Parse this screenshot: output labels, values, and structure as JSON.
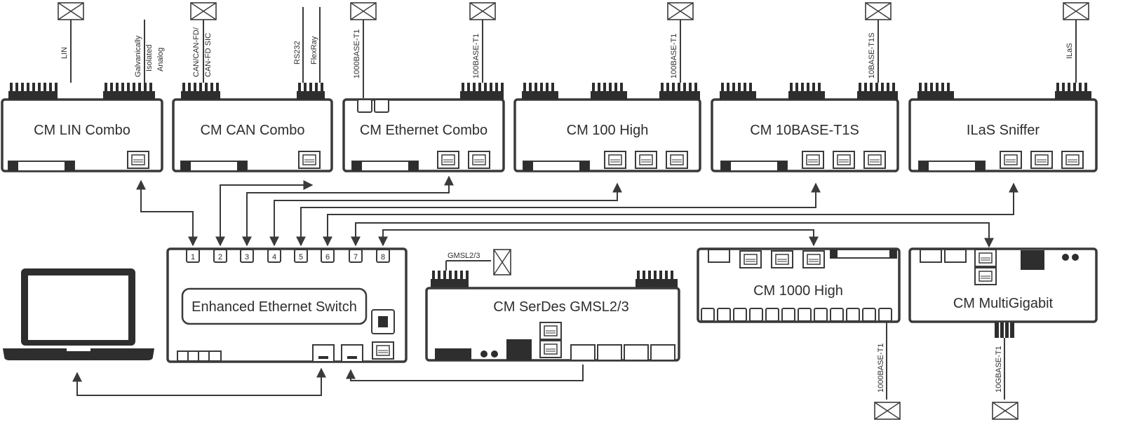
{
  "modules": {
    "cm_lin_combo": {
      "title": "CM LIN Combo",
      "signals": [
        "LIN",
        "Galvanically",
        "Isolated",
        "Analog"
      ]
    },
    "cm_can_combo": {
      "title": "CM CAN Combo",
      "signals": [
        "CAN/CAN-FD/",
        "CAN-FD SIC",
        "RS232",
        "FlexRay"
      ]
    },
    "cm_ethernet_combo": {
      "title": "CM Ethernet Combo",
      "signals": [
        "1000BASE-T1",
        "100BASE-T1"
      ]
    },
    "cm_100_high": {
      "title": "CM 100 High",
      "signals": [
        "100BASE-T1"
      ]
    },
    "cm_10base_t1s": {
      "title": "CM 10BASE-T1S",
      "signals": [
        "10BASE-T1S"
      ]
    },
    "ilas_sniffer": {
      "title": "ILaS Sniffer",
      "signals": [
        "ILaS"
      ]
    },
    "switch": {
      "title": "Enhanced Ethernet Switch",
      "ports": [
        "1",
        "2",
        "3",
        "4",
        "5",
        "6",
        "7",
        "8"
      ]
    },
    "cm_serdes": {
      "title": "CM SerDes GMSL2/3",
      "signals": [
        "GMSL2/3"
      ]
    },
    "cm_1000_high": {
      "title": "CM 1000 High",
      "signals": [
        "1000BASE-T1"
      ]
    },
    "cm_multigigabit": {
      "title": "CM MultiGigabit",
      "signals": [
        "10GBASE-T1"
      ]
    }
  },
  "colors": {
    "stroke": "#3a3a3a",
    "fill": "#ffffff",
    "dark": "#2e2e2e"
  },
  "icons": [
    "envelope-icon",
    "laptop-icon",
    "rj45-port-icon",
    "chip-icon"
  ]
}
